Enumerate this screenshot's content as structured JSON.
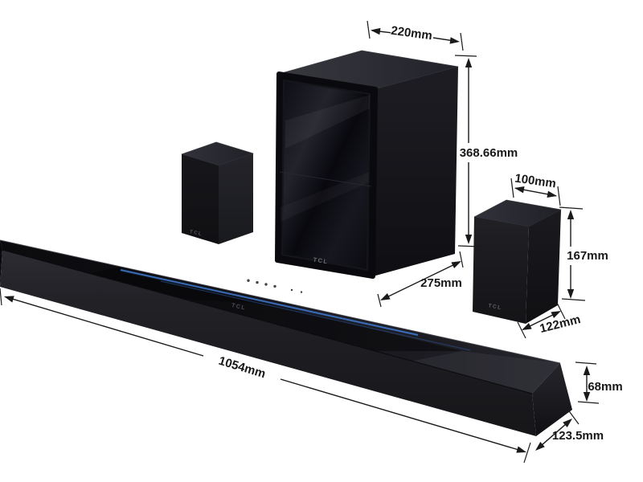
{
  "diagram": {
    "title_hint": "TCL soundbar system dimension diagram",
    "brand": "TCL",
    "dimensions": {
      "subwoofer_width": "220mm",
      "subwoofer_height": "368.66mm",
      "subwoofer_depth": "275mm",
      "surround_width": "100mm",
      "surround_height": "167mm",
      "surround_depth": "122mm",
      "soundbar_width": "1054mm",
      "soundbar_height": "68mm",
      "soundbar_depth": "123.5mm"
    },
    "logos": {
      "subwoofer": "TCL",
      "left_surround": "TCL",
      "right_surround": "TCL",
      "soundbar": "TCL"
    },
    "colors": {
      "background": "#ffffff",
      "annotation": "#1a1a1a",
      "product_black": "#0d0d11",
      "led_accent": "#4079d0"
    }
  }
}
